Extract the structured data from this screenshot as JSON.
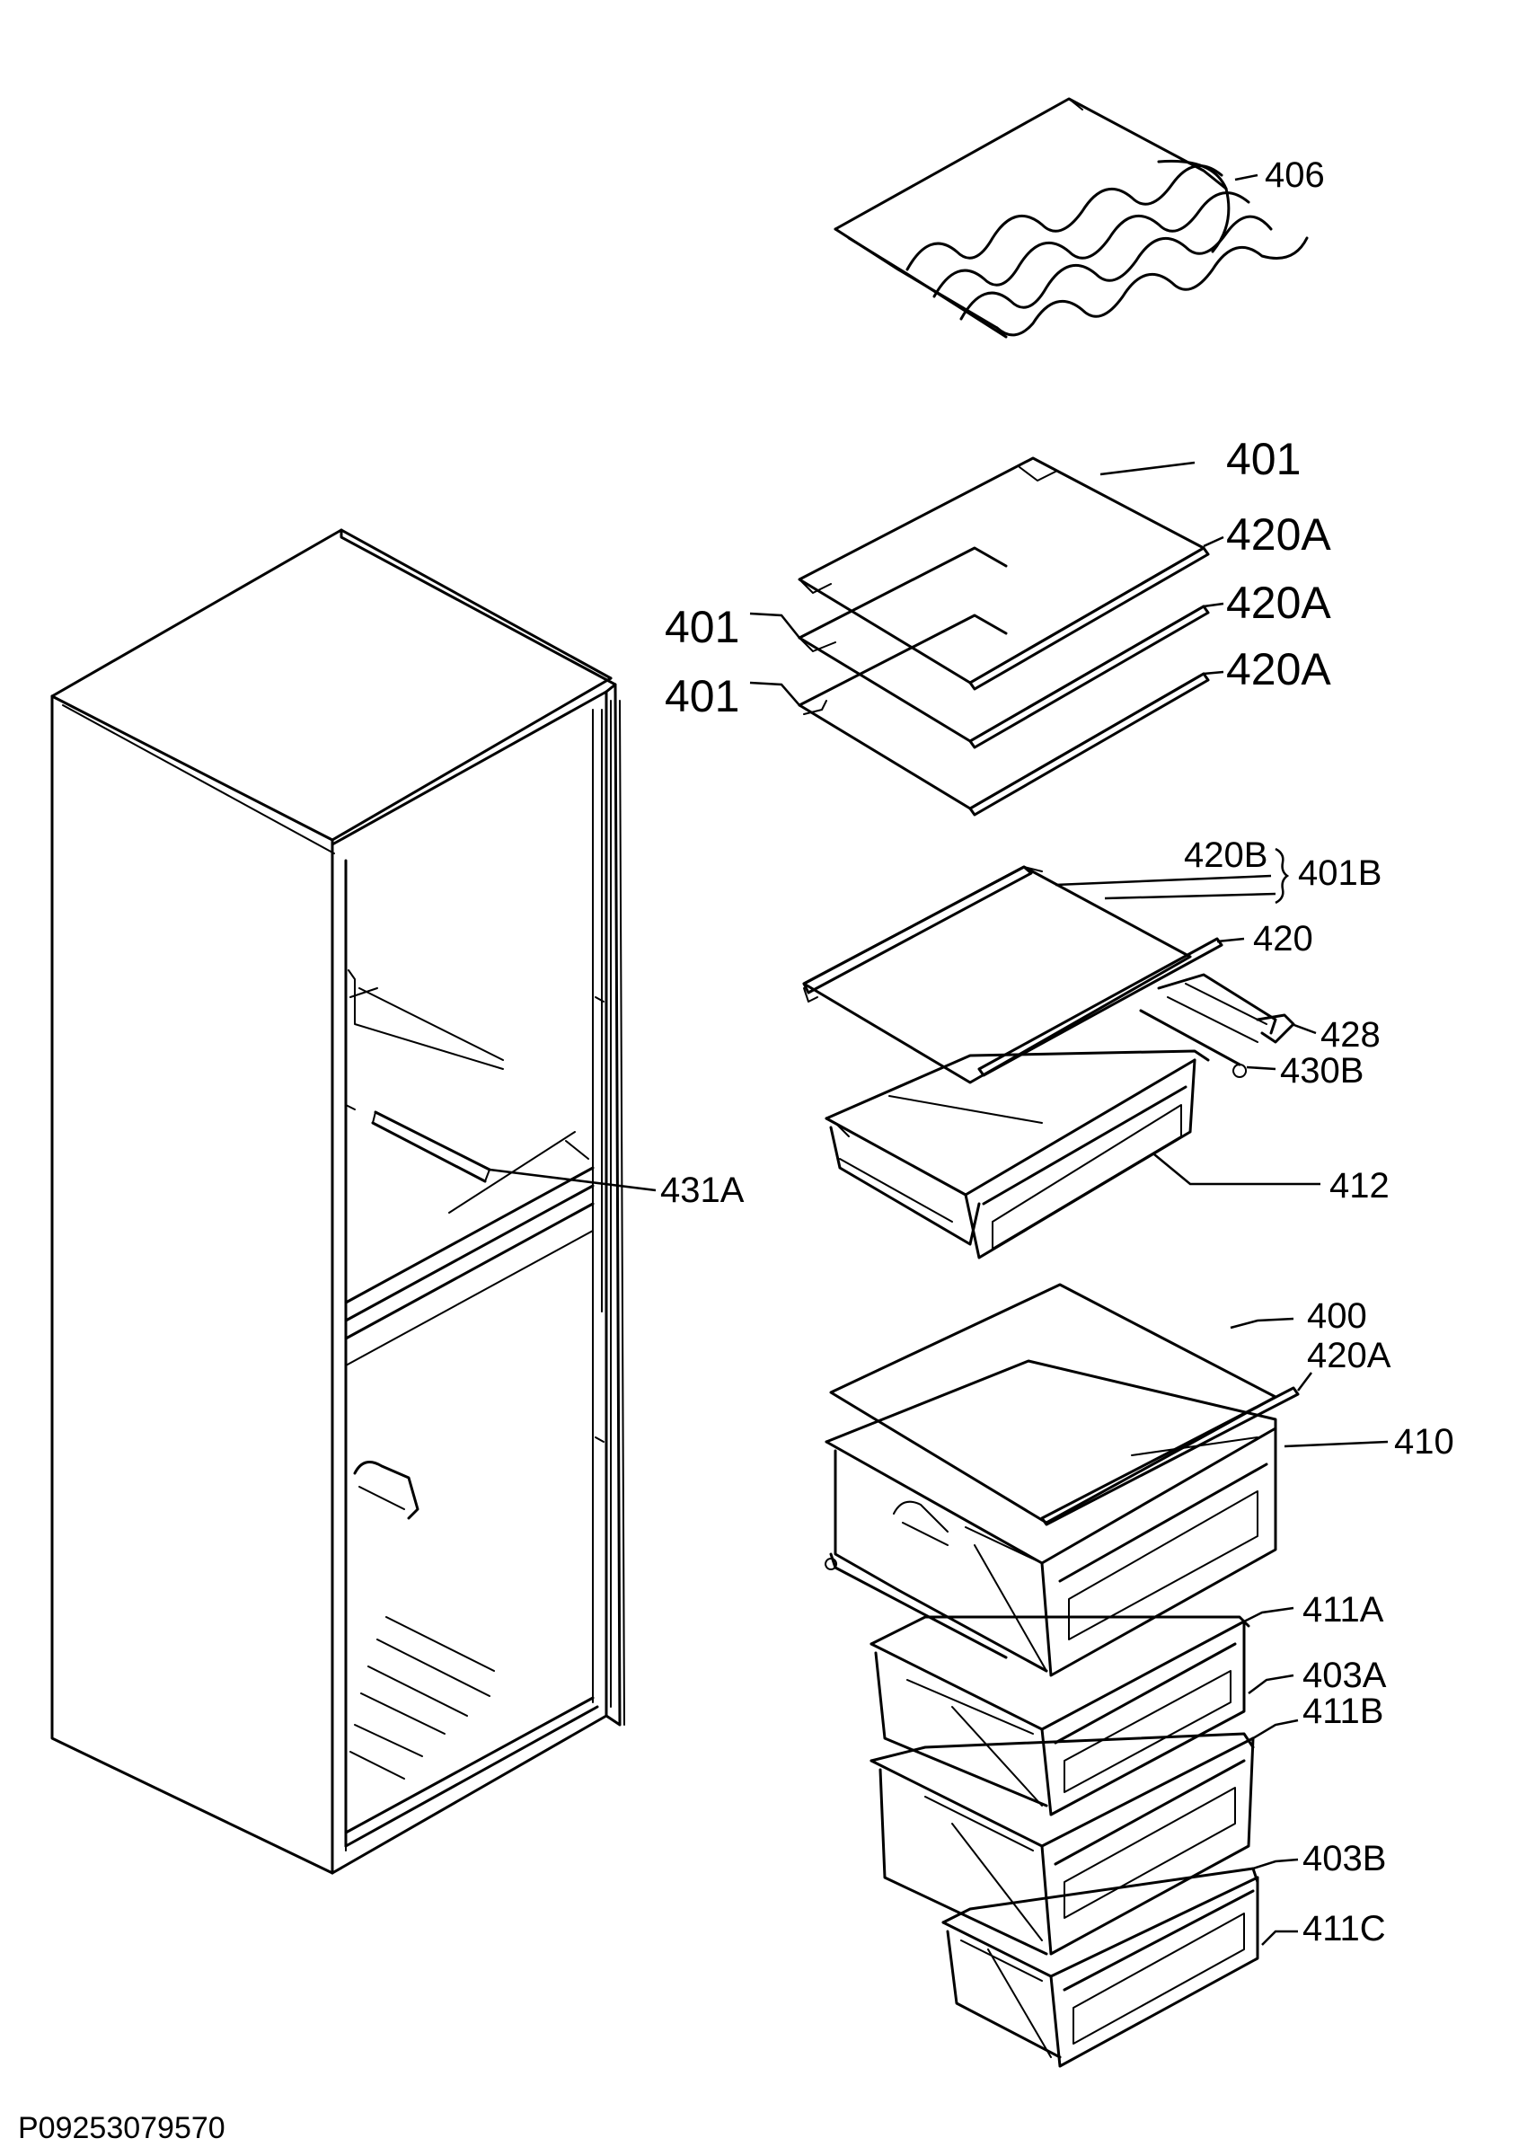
{
  "document_id": "P09253079570",
  "callouts": {
    "c406": "406",
    "c401_top": "401",
    "c420A_1": "420A",
    "c420A_2": "420A",
    "c420A_3": "420A",
    "c401_mid": "401",
    "c401_low": "401",
    "c420B": "420B",
    "c401B": "401B",
    "c420": "420",
    "c428": "428",
    "c430B": "430B",
    "c412": "412",
    "c431A": "431A",
    "c400": "400",
    "c420A_4": "420A",
    "c410": "410",
    "c411A": "411A",
    "c403A": "403A",
    "c411B": "411B",
    "c403B": "403B",
    "c411C": "411C"
  }
}
